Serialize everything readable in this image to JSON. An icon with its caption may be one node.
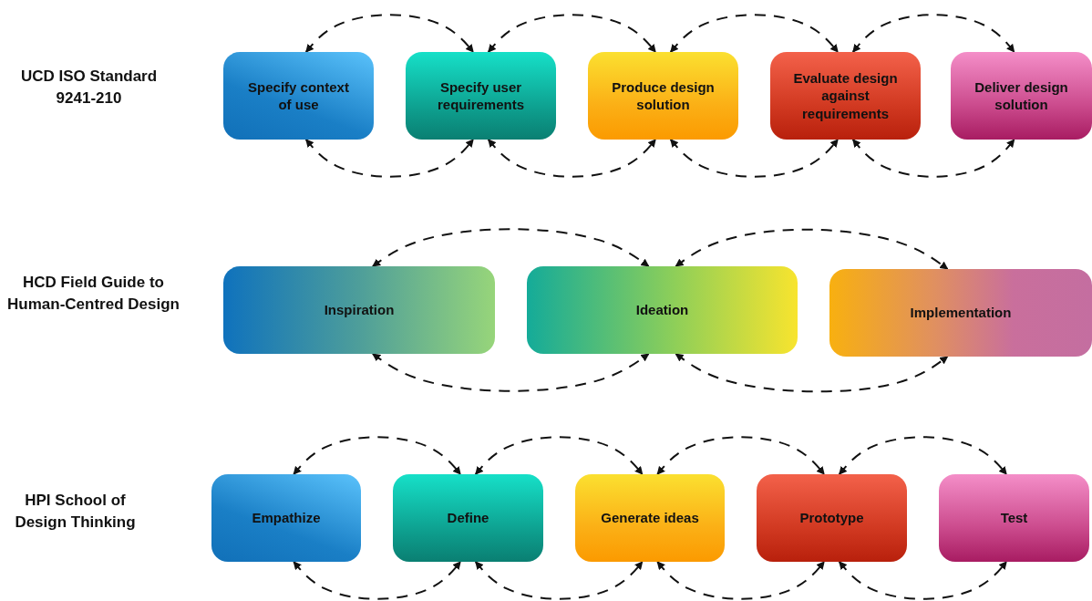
{
  "diagram": {
    "nodes": [
      {
        "text": [
          "Specify context of use"
        ]
      },
      {
        "text": [
          "Specify user requirements"
        ]
      },
      {
        "text": [
          "Produce design solution"
        ]
      },
      {
        "text": [
          "Evaluate design against requirements"
        ]
      },
      {
        "text": [
          "Deliver design solution"
        ]
      },
      {
        "text": [
          "Inspiration"
        ]
      },
      {
        "text": [
          "Ideation"
        ]
      },
      {
        "text": [
          "Implementation"
        ]
      },
      {
        "text": [
          "Empathize"
        ]
      },
      {
        "text": [
          "Define"
        ]
      },
      {
        "text": [
          "Generate ideas"
        ]
      },
      {
        "text": [
          "Prototype"
        ]
      },
      {
        "text": [
          "Test"
        ]
      }
    ],
    "edges": [
      {
        "from": 0,
        "to": 1,
        "arrow": "both",
        "style": "dashed"
      },
      {
        "from": 0,
        "to": 1,
        "arrow": "both",
        "style": "dashed"
      },
      {
        "from": 1,
        "to": 2,
        "arrow": "both",
        "style": "dashed"
      },
      {
        "from": 1,
        "to": 2,
        "arrow": "both",
        "style": "dashed"
      },
      {
        "from": 2,
        "to": 3,
        "arrow": "both",
        "style": "dashed"
      },
      {
        "from": 2,
        "to": 3,
        "arrow": "both",
        "style": "dashed"
      },
      {
        "from": 3,
        "to": 4,
        "arrow": "both",
        "style": "dashed"
      },
      {
        "from": 3,
        "to": 4,
        "arrow": "both",
        "style": "dashed"
      },
      {
        "from": 5,
        "to": 6,
        "arrow": "both",
        "style": "dashed"
      },
      {
        "from": 5,
        "to": 6,
        "arrow": "both",
        "style": "dashed"
      },
      {
        "from": 6,
        "to": 7,
        "arrow": "both",
        "style": "dashed"
      },
      {
        "from": 6,
        "to": 7,
        "arrow": "both",
        "style": "dashed"
      },
      {
        "from": 8,
        "to": 9,
        "arrow": "both",
        "style": "dashed"
      },
      {
        "from": 8,
        "to": 9,
        "arrow": "both",
        "style": "dashed"
      },
      {
        "from": 9,
        "to": 10,
        "arrow": "both",
        "style": "dashed"
      },
      {
        "from": 9,
        "to": 10,
        "arrow": "both",
        "style": "dashed"
      },
      {
        "from": 10,
        "to": 11,
        "arrow": "both",
        "style": "dashed"
      },
      {
        "from": 10,
        "to": 11,
        "arrow": "both",
        "style": "dashed"
      },
      {
        "from": 11,
        "to": 12,
        "arrow": "both",
        "style": "dashed"
      },
      {
        "from": 11,
        "to": 12,
        "arrow": "both",
        "style": "dashed"
      }
    ],
    "labels": [
      "UCD ISO Standard 9241-210",
      "HCD Field Guide to Human-Centred Design",
      "HPI School of Design Thinking"
    ]
  }
}
